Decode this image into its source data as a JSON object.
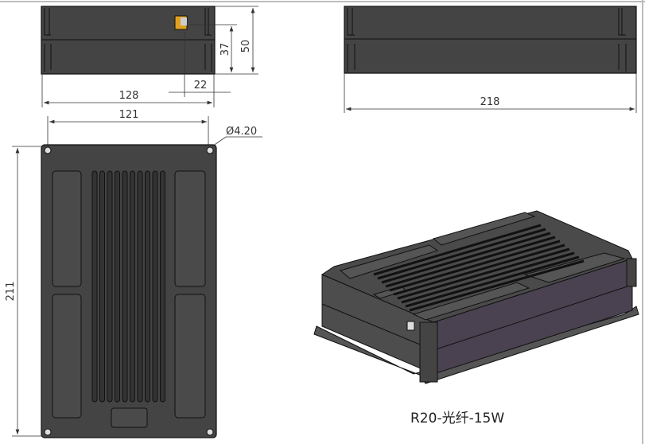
{
  "drawing": {
    "front_view": {
      "dim_width": "128",
      "dim_height": "50",
      "dim_port_height": "37",
      "dim_port_offset": "22",
      "dim_hole_spacing": "121",
      "dim_hole_diameter": "Ø4.20"
    },
    "side_view": {
      "dim_length": "218"
    },
    "top_view": {
      "dim_length": "211"
    },
    "caption": "R20-光纤-15W",
    "colors": {
      "body": "#444444",
      "side_face": "#4a4250",
      "frame": "#bdbdbd"
    }
  }
}
